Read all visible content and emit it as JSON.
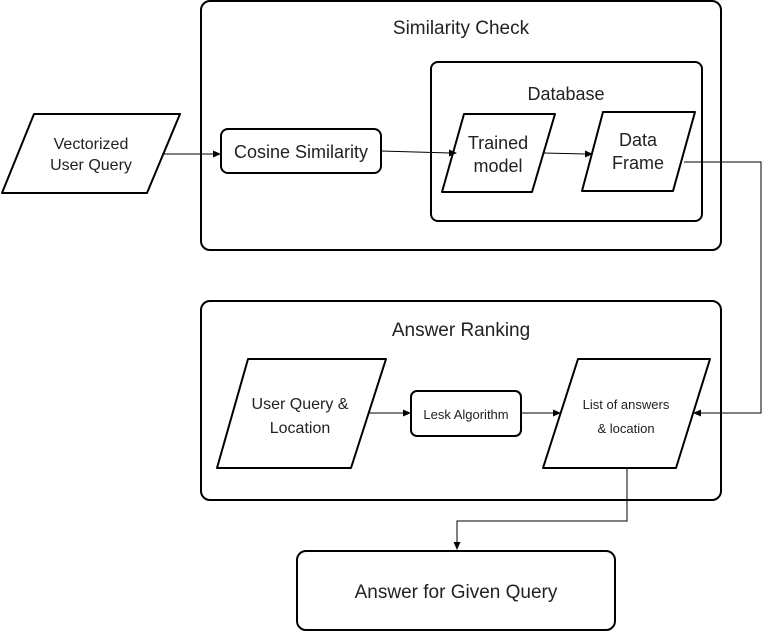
{
  "groups": {
    "similarity_check": "Similarity Check",
    "database": "Database",
    "answer_ranking": "Answer Ranking"
  },
  "nodes": {
    "vectorized_user_query": [
      "Vectorized",
      "User Query"
    ],
    "cosine_similarity": "Cosine Similarity",
    "trained_model": [
      "Trained",
      "model"
    ],
    "data_frame": [
      "Data",
      "Frame"
    ],
    "user_query_location": [
      "User Query &",
      "Location"
    ],
    "lesk_algorithm": "Lesk Algorithm",
    "list_of_answers": [
      "List of answers",
      "& location"
    ],
    "answer_for_given_query": "Answer for Given Query"
  },
  "colors": {
    "stroke": "#000000",
    "fill": "#ffffff",
    "text": "#222222"
  }
}
